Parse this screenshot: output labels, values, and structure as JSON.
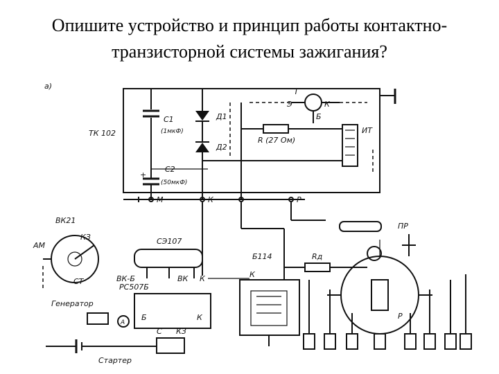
{
  "title": {
    "line1": "Опишите устройство и принцип работы контактно-",
    "line2": "транзисторной системы зажигания?"
  },
  "diagram": {
    "panel_label": "а)",
    "labels": {
      "T": "Т",
      "E": "Э",
      "K_tr": "К",
      "B": "Б",
      "D1": "Д1",
      "D2": "Д2",
      "C1": "С1",
      "C1_val": "(1мкФ)",
      "C2": "С2",
      "C2_val": "(50мкФ)",
      "TK102": "ТК 102",
      "R": "R (27 Ом)",
      "IT": "ИТ",
      "M_term": "М",
      "K_term": "К",
      "P_term": "Р",
      "BK21": "ВК21",
      "K3_sw": "КЗ",
      "AM": "АМ",
      "ST": "СТ",
      "SE107": "СЭ107",
      "VK": "ВК",
      "K_relay": "К",
      "VKB": "ВК-Б",
      "RS507B": "РС507Б",
      "Generator": "Генератор",
      "A": "А",
      "B_relay": "Б",
      "C_relay": "С",
      "K3_relay": "КЗ",
      "K_relay2": "К",
      "Starter": "Стартер",
      "B114": "Б114",
      "Rd": "Rд",
      "K_coil": "К",
      "P_dist": "Р",
      "PR": "ПР"
    }
  }
}
